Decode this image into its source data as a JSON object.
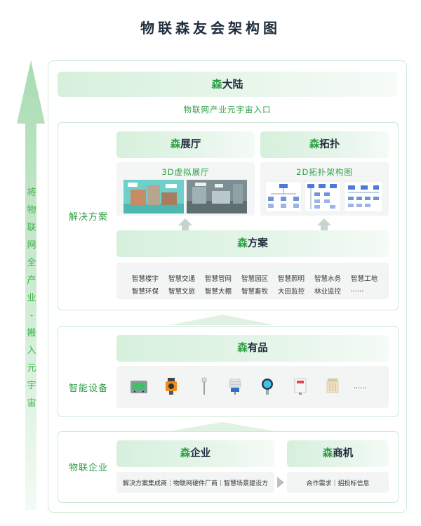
{
  "title": "物联森友会架构图",
  "side_arrow": {
    "chars": [
      "将",
      "物",
      "联",
      "网",
      "全",
      "产",
      "业",
      "-",
      "搬",
      "入",
      "元",
      "宇",
      "宙"
    ]
  },
  "top_band": {
    "sen": "森",
    "rest": "大陆",
    "subtitle": "物联网产业元宇宙入口"
  },
  "solutions": {
    "label": "解决方案",
    "hall": {
      "sen": "森",
      "rest": "展厅",
      "sub": "3D虚拟展厅"
    },
    "topology": {
      "sen": "森",
      "rest": "拓扑",
      "sub": "2D拓扑架构图"
    },
    "plan": {
      "sen": "森",
      "rest": "方案"
    },
    "items": [
      "智慧楼宇",
      "智慧交通",
      "智慧管网",
      "智慧园区",
      "智慧照明",
      "智慧水务",
      "智慧工地",
      "智慧环保",
      "智慧文旅",
      "智慧大棚",
      "智慧畜牧",
      "大田监控",
      "林业监控",
      "......"
    ]
  },
  "devices": {
    "label": "智能设备",
    "products": {
      "sen": "森",
      "rest": "有品"
    },
    "icons": [
      "controller-box-icon",
      "gas-detector-icon",
      "pole-sensor-icon",
      "louver-sensor-icon",
      "pressure-gauge-icon",
      "wall-sensor-icon",
      "filter-canister-icon"
    ],
    "more": "......"
  },
  "enterprises": {
    "label": "物联企业",
    "company": {
      "sen": "森",
      "rest": "企业",
      "desc": "解决方案集成商｜物联网硬件厂商｜智慧场景建设方"
    },
    "business": {
      "sen": "森",
      "rest": "商机",
      "desc": "合作需求｜招投标信息"
    }
  },
  "colors": {
    "accent": "#2e9e44",
    "band": "#d6f0dc",
    "border": "#cfe9d4"
  }
}
